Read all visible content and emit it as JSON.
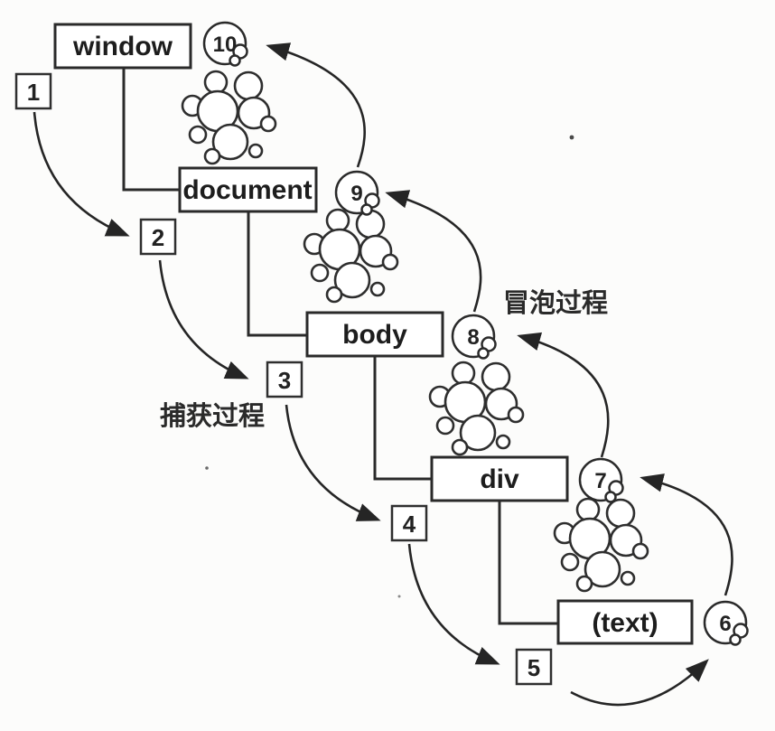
{
  "diagram": {
    "title_semantic": "DOM event flow: capture and bubble phases",
    "nodes": [
      {
        "label": "window"
      },
      {
        "label": "document"
      },
      {
        "label": "body"
      },
      {
        "label": "div"
      },
      {
        "label": "(text)"
      }
    ],
    "capture_steps": [
      "1",
      "2",
      "3",
      "4",
      "5"
    ],
    "bubble_steps": [
      "6",
      "7",
      "8",
      "9",
      "10"
    ],
    "labels": {
      "capture": "捕获过程",
      "bubble": "冒泡过程"
    },
    "colors": {
      "ink": "#2a2a2a",
      "background": "#fcfcfb",
      "box_fill": "#ffffff"
    }
  }
}
